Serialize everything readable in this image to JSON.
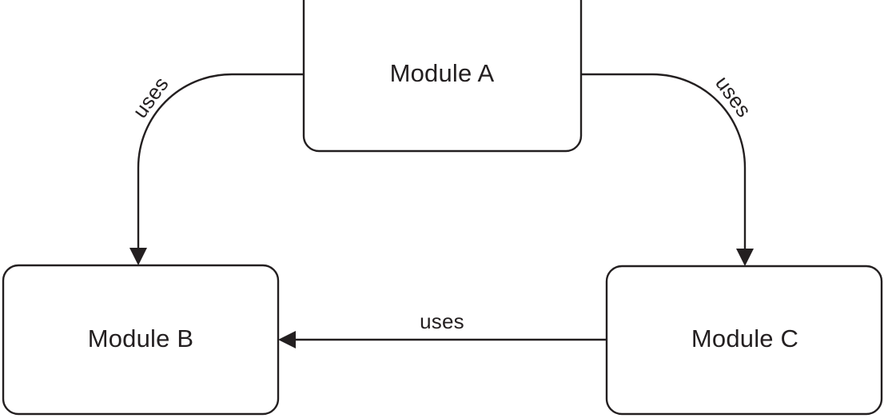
{
  "diagram": {
    "type": "module-dependency-graph",
    "background_color": "#ffffff",
    "stroke_color": "#231f20",
    "text_color": "#231f20",
    "nodes": [
      {
        "id": "A",
        "label": "Module A"
      },
      {
        "id": "B",
        "label": "Module B"
      },
      {
        "id": "C",
        "label": "Module C"
      }
    ],
    "edges": [
      {
        "from": "A",
        "to": "B",
        "label": "uses"
      },
      {
        "from": "A",
        "to": "C",
        "label": "uses"
      },
      {
        "from": "C",
        "to": "B",
        "label": "uses"
      }
    ]
  }
}
